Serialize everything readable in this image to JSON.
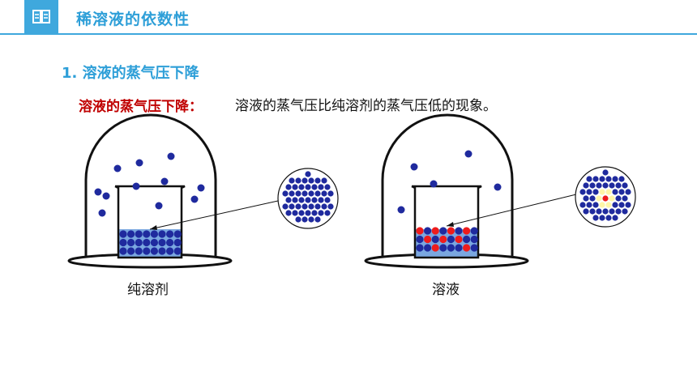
{
  "header": {
    "icon": "book-icon",
    "title": "稀溶液的依数性",
    "accent_color": "#3fa8dd"
  },
  "section": {
    "title": "1. 溶液的蒸气压下降"
  },
  "definition": {
    "term": "溶液的蒸气压下降：",
    "text": "溶液的蒸气压比纯溶剂的蒸气压低的现象。"
  },
  "diagram": {
    "left_caption": "纯溶剂",
    "right_caption": "溶液",
    "solvent_color": "#1f2a9e",
    "solute_color": "#ee1c1c",
    "highlight_color": "#fff6a8"
  }
}
